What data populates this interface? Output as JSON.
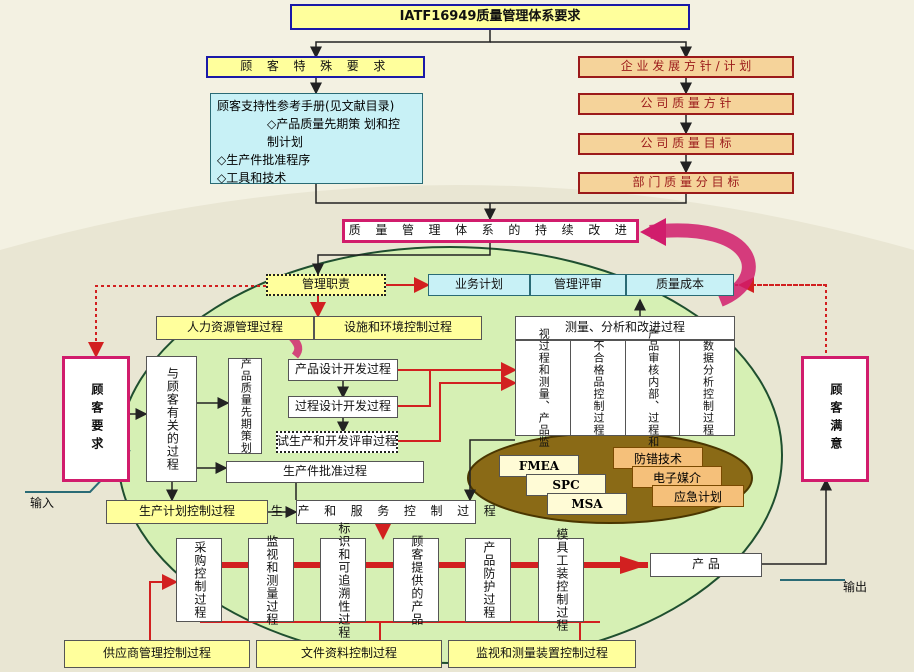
{
  "title": "IATF16949质量管理体系要求",
  "customer_req": "顾 客 特 殊 要 求",
  "customer_manual": {
    "line1": "顾客支持性参考手册(见文献目录)",
    "line2": "◇产品质量先期策   划和控",
    "line3": "制计划",
    "line4": "◇生产件批准程序",
    "line5": "◇工具和技术"
  },
  "policy_items": [
    "企 业 发 展 方 针 / 计 划",
    "公   司   质   量   方   针",
    "公   司   质   量   目   标",
    "部   门   质   量   分   目   标"
  ],
  "continuous_improve": "质 量 管 理 体 系 的 持 续 改 进",
  "mgmt_duty": "管理职责",
  "business_plan": "业务计划",
  "mgmt_review": "管理评审",
  "quality_cost": "质量成本",
  "hr_process": "人力资源管理过程",
  "facility_process": "设施和环境控制过程",
  "measure_process": "测量、分析和改进过程",
  "measure_sub": [
    "视过程和测量、产品监",
    "不合格品控制过程",
    "产品审核内部、过程和",
    "数据分析控制过程"
  ],
  "customer_req_side": "顾客要求",
  "customer_sat_side": "顾客满意",
  "customer_related": "与顾客有关的过程",
  "apqp": "产品质量先期策划",
  "product_design": "产品设计开发过程",
  "process_design": "过程设计开发过程",
  "trial_review": "试生产和开发评审过程",
  "ppap": "生产件批准过程",
  "tools": [
    "FMEA",
    "SPC",
    "MSA"
  ],
  "tools2": [
    "防错技术",
    "电子媒介",
    "应急计划"
  ],
  "input_label": "输入",
  "output_label": "输出",
  "prod_plan": "生产计划控制过程",
  "prod_service": "生 产 和 服 务 控 制 过 程",
  "sub_processes": [
    "采购控制过程",
    "监视和测量过程",
    "标识和可追溯性过程",
    "顾客提供的产品",
    "产品防护过程",
    "模具工装控制过程"
  ],
  "product": "产      品",
  "supplier_process": "供应商管理控制过程",
  "document_process": "文件资料控制过程",
  "monitor_device": "监视和测量装置控制过程",
  "colors": {
    "yellow": "#ffff9c",
    "cyan": "#c8f1f6",
    "orange": "#f5d39a",
    "ellipse": "#d6f0b4",
    "red": "#d22020",
    "pink": "#d11c6c"
  }
}
